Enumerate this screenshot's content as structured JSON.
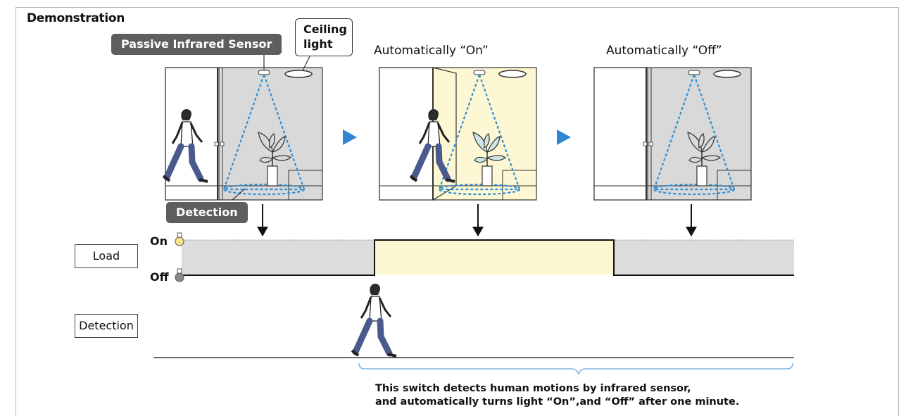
{
  "diagram": {
    "title": "Demonstration",
    "labels": {
      "sensor": "Passive Infrared Sensor",
      "ceiling_line1": "Ceiling",
      "ceiling_line2": "light",
      "detection_tag": "Detection",
      "auto_on": "Automatically “On”",
      "auto_off": "Automatically “Off”"
    },
    "timeline": {
      "load_label": "Load",
      "detection_label": "Detection",
      "on_label": "On",
      "off_label": "Off"
    },
    "description": {
      "line1": "This switch detects human motions by infrared sensor,",
      "line2": "and automatically turns light “On”,and “Off” after one minute."
    },
    "colors": {
      "room_gray": "#d9d9d9",
      "lit_yellow": "#fdf8d3",
      "cone_blue": "#2f8fd6",
      "arrow_blue": "#2f86d2",
      "label_dark": "#5e5e5e",
      "brace_blue": "#7fb6e6",
      "bulb_yellow": "#f6e38a"
    }
  }
}
